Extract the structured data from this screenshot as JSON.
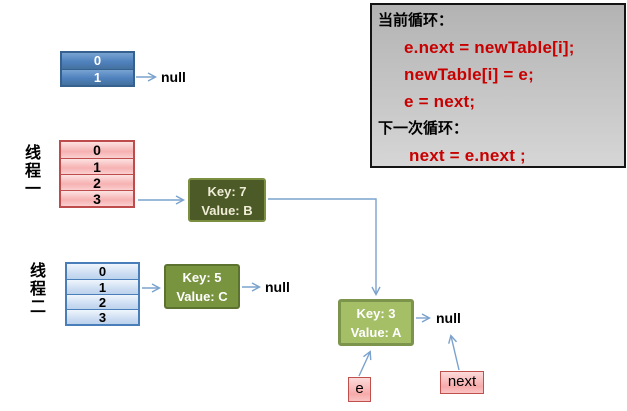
{
  "code_panel": {
    "lines": [
      "当前循环：",
      "e.next = newTable[i];",
      "newTable[i] = e;",
      "e = next;",
      "下一次循环：",
      "next = e.next ;"
    ]
  },
  "threads": {
    "thread1_label": "线程一",
    "thread2_label": "线程二"
  },
  "tables": {
    "initial": {
      "rows": [
        "0",
        "1"
      ],
      "null_label": "null"
    },
    "thread1": {
      "rows": [
        "0",
        "1",
        "2",
        "3"
      ]
    },
    "thread2": {
      "rows": [
        "0",
        "1",
        "2",
        "3"
      ],
      "null_label": "null"
    }
  },
  "nodes": {
    "key7": {
      "key": "Key: 7",
      "value": "Value: B"
    },
    "key5": {
      "key": "Key: 5",
      "value": "Value: C"
    },
    "key3": {
      "key": "Key: 3",
      "value": "Value: A",
      "null_label": "null"
    }
  },
  "pointers": {
    "e_label": "e",
    "next_label": "next"
  },
  "colors": {
    "code_text_red": "#c80000",
    "code_panel_bg": "#c6c6c6",
    "arrow_blue": "#7aa2cc",
    "table_dark_blue": "#4f81bd",
    "table_light_blue": "#cbdcf2",
    "table_pink": "#f6b1b1",
    "pink_border": "#bf4c4c",
    "node_dark_green": "#4c5a27",
    "node_olive_green": "#78943e",
    "node_light_green": "#a5bf66"
  }
}
